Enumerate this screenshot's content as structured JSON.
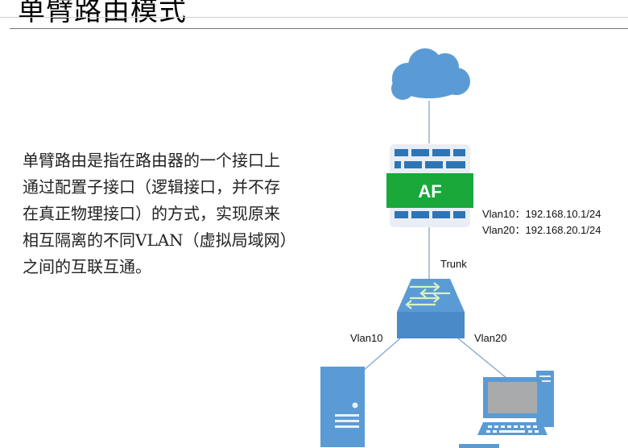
{
  "page": {
    "title": "单臂路由模式"
  },
  "description": {
    "lines": [
      "单臂路由是指在路由器的一个接口上",
      "通过配置子接口（逻辑接口，并不存",
      "在真正物理接口）的方式，实现原来",
      "相互隔离的不同VLAN（虚拟局域网）",
      "之间的互联互通。"
    ]
  },
  "diagram": {
    "firewall_label": "AF",
    "vlan10_address": "Vlan10：192.168.10.1/24",
    "vlan20_address": "Vlan20：192.168.20.1/24",
    "trunk_label": "Trunk",
    "left_link_label": "Vlan10",
    "right_link_label": "Vlan20"
  },
  "colors": {
    "device_blue": "#5b9bd5",
    "firewall_green": "#1aa83a",
    "firewall_brick": "#2e75b6"
  }
}
